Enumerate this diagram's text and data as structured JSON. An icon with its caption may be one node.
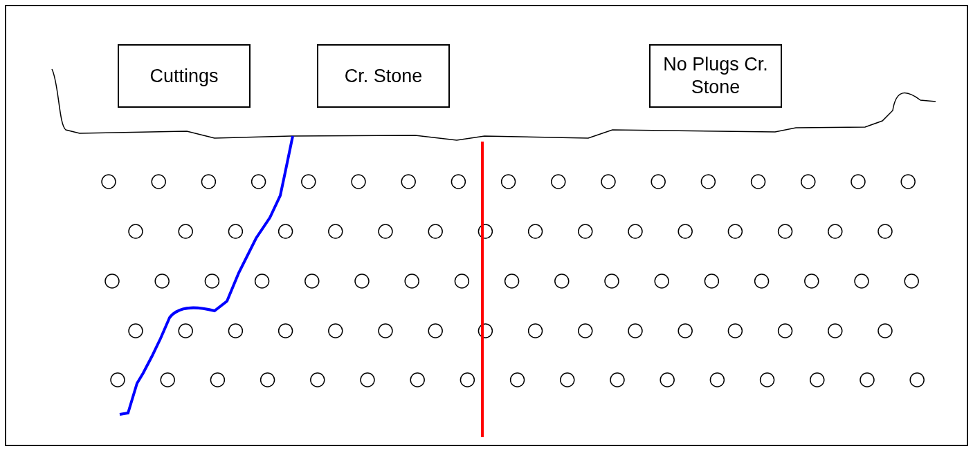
{
  "diagram": {
    "nodes": [
      {
        "text": [
          "Cuttings"
        ]
      },
      {
        "text": [
          "Cr. Stone"
        ]
      },
      {
        "text": [
          "No Plugs Cr. Stone"
        ]
      }
    ]
  }
}
